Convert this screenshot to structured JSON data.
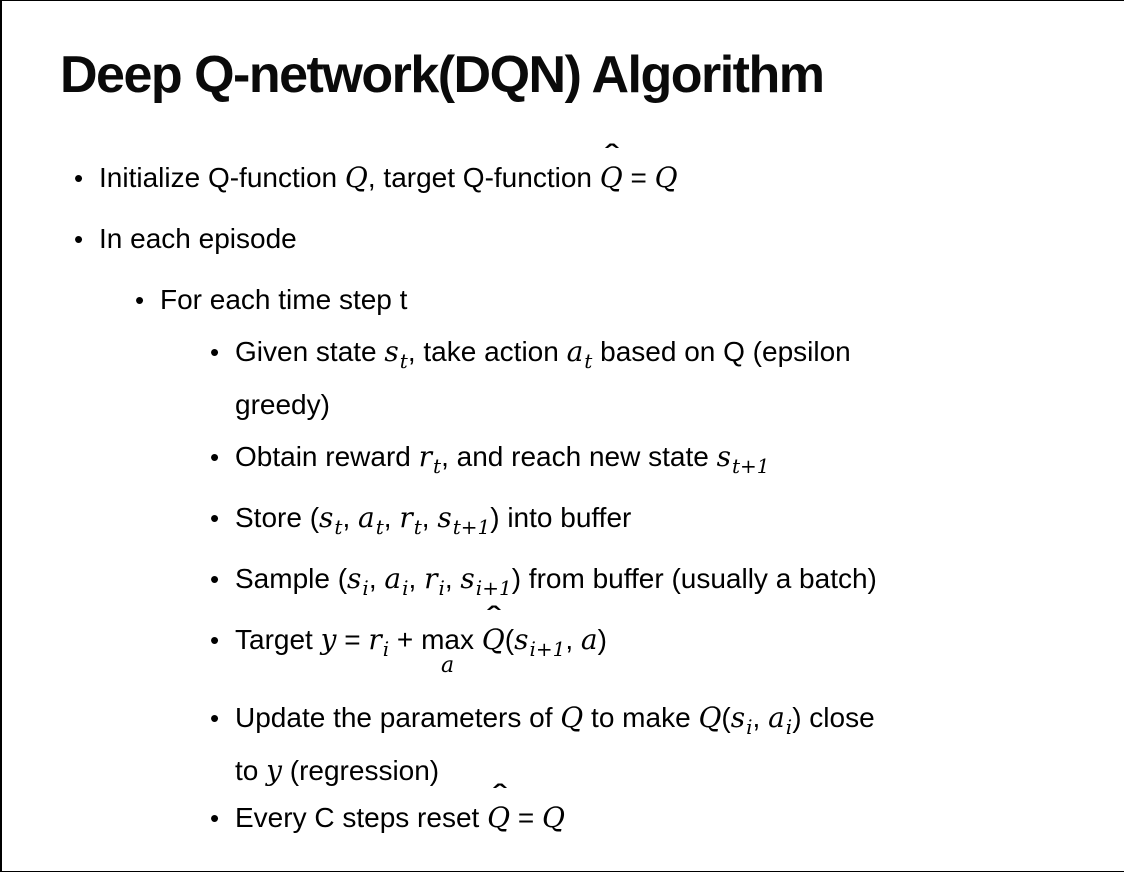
{
  "page": {
    "background_color": "#ffffff",
    "border_color": "#000000",
    "text_color": "#000000"
  },
  "title": {
    "text": "Deep Q-network(DQN) Algorithm"
  },
  "bullets": {
    "marker": "•",
    "items": [
      {
        "level": 1,
        "gap": "normal",
        "segments": [
          {
            "s": "p",
            "t": "Initialize Q-function "
          },
          {
            "s": "m",
            "t": "Q"
          },
          {
            "s": "p",
            "t": ", target Q-function "
          },
          {
            "s": "hat",
            "t": "Q"
          },
          {
            "s": "p",
            "t": " = "
          },
          {
            "s": "m",
            "t": "Q"
          }
        ]
      },
      {
        "level": 1,
        "gap": "normal",
        "segments": [
          {
            "s": "p",
            "t": "In each episode"
          }
        ]
      },
      {
        "level": 2,
        "gap": "normal",
        "segments": [
          {
            "s": "p",
            "t": "For each time step t"
          }
        ]
      },
      {
        "level": 3,
        "gap": "normal",
        "segments": [
          {
            "s": "p",
            "t": "Given state "
          },
          {
            "s": "m",
            "t": "s"
          },
          {
            "s": "sub",
            "t": "t"
          },
          {
            "s": "p",
            "t": ", take action "
          },
          {
            "s": "m",
            "t": "a"
          },
          {
            "s": "sub",
            "t": "t"
          },
          {
            "s": "p",
            "t": " based on Q (epsilon"
          },
          {
            "s": "br"
          },
          {
            "s": "p",
            "t": "greedy)"
          }
        ]
      },
      {
        "level": 3,
        "gap": "normal",
        "segments": [
          {
            "s": "p",
            "t": "Obtain reward "
          },
          {
            "s": "m",
            "t": "r"
          },
          {
            "s": "sub",
            "t": "t"
          },
          {
            "s": "p",
            "t": ", and reach new state "
          },
          {
            "s": "m",
            "t": "s"
          },
          {
            "s": "sub",
            "t": "t+1"
          }
        ]
      },
      {
        "level": 3,
        "gap": "normal",
        "segments": [
          {
            "s": "p",
            "t": "Store ("
          },
          {
            "s": "m",
            "t": "s"
          },
          {
            "s": "sub",
            "t": "t"
          },
          {
            "s": "p",
            "t": ", "
          },
          {
            "s": "m",
            "t": "a"
          },
          {
            "s": "sub",
            "t": "t"
          },
          {
            "s": "p",
            "t": ", "
          },
          {
            "s": "m",
            "t": "r"
          },
          {
            "s": "sub",
            "t": "t"
          },
          {
            "s": "p",
            "t": ", "
          },
          {
            "s": "m",
            "t": "s"
          },
          {
            "s": "sub",
            "t": "t+1"
          },
          {
            "s": "p",
            "t": ") into buffer"
          }
        ]
      },
      {
        "level": 3,
        "gap": "normal",
        "segments": [
          {
            "s": "p",
            "t": "Sample ("
          },
          {
            "s": "m",
            "t": "s"
          },
          {
            "s": "sub",
            "t": "i"
          },
          {
            "s": "p",
            "t": ", "
          },
          {
            "s": "m",
            "t": "a"
          },
          {
            "s": "sub",
            "t": "i"
          },
          {
            "s": "p",
            "t": ", "
          },
          {
            "s": "m",
            "t": "r"
          },
          {
            "s": "sub",
            "t": "i"
          },
          {
            "s": "p",
            "t": ", "
          },
          {
            "s": "m",
            "t": "s"
          },
          {
            "s": "sub",
            "t": "i+1"
          },
          {
            "s": "p",
            "t": ") from buffer (usually a batch)"
          }
        ]
      },
      {
        "level": 3,
        "gap": "extra",
        "segments": [
          {
            "s": "p",
            "t": "Target "
          },
          {
            "s": "m",
            "t": "y"
          },
          {
            "s": "p",
            "t": " = "
          },
          {
            "s": "m",
            "t": "r"
          },
          {
            "s": "sub",
            "t": "i"
          },
          {
            "s": "p",
            "t": " + "
          },
          {
            "s": "under",
            "over": "max",
            "under": "a"
          },
          {
            "s": "p",
            "t": " "
          },
          {
            "s": "hat",
            "t": "Q"
          },
          {
            "s": "p",
            "t": "("
          },
          {
            "s": "m",
            "t": "s"
          },
          {
            "s": "sub",
            "t": "i+1"
          },
          {
            "s": "p",
            "t": ", "
          },
          {
            "s": "m",
            "t": "a"
          },
          {
            "s": "p",
            "t": ")"
          }
        ]
      },
      {
        "level": 3,
        "gap": "tight",
        "segments": [
          {
            "s": "p",
            "t": "Update the parameters of "
          },
          {
            "s": "m",
            "t": "Q"
          },
          {
            "s": "p",
            "t": " to make "
          },
          {
            "s": "m",
            "t": "Q"
          },
          {
            "s": "p",
            "t": "("
          },
          {
            "s": "m",
            "t": "s"
          },
          {
            "s": "sub",
            "t": "i"
          },
          {
            "s": "p",
            "t": ", "
          },
          {
            "s": "m",
            "t": "a"
          },
          {
            "s": "sub",
            "t": "i"
          },
          {
            "s": "p",
            "t": ") close"
          },
          {
            "s": "br"
          },
          {
            "s": "p",
            "t": "to "
          },
          {
            "s": "m",
            "t": "y"
          },
          {
            "s": "p",
            "t": " (regression)"
          }
        ]
      },
      {
        "level": 3,
        "gap": "normal",
        "segments": [
          {
            "s": "p",
            "t": "Every C steps reset "
          },
          {
            "s": "hat",
            "t": "Q"
          },
          {
            "s": "p",
            "t": " = "
          },
          {
            "s": "m",
            "t": "Q"
          }
        ]
      }
    ]
  }
}
